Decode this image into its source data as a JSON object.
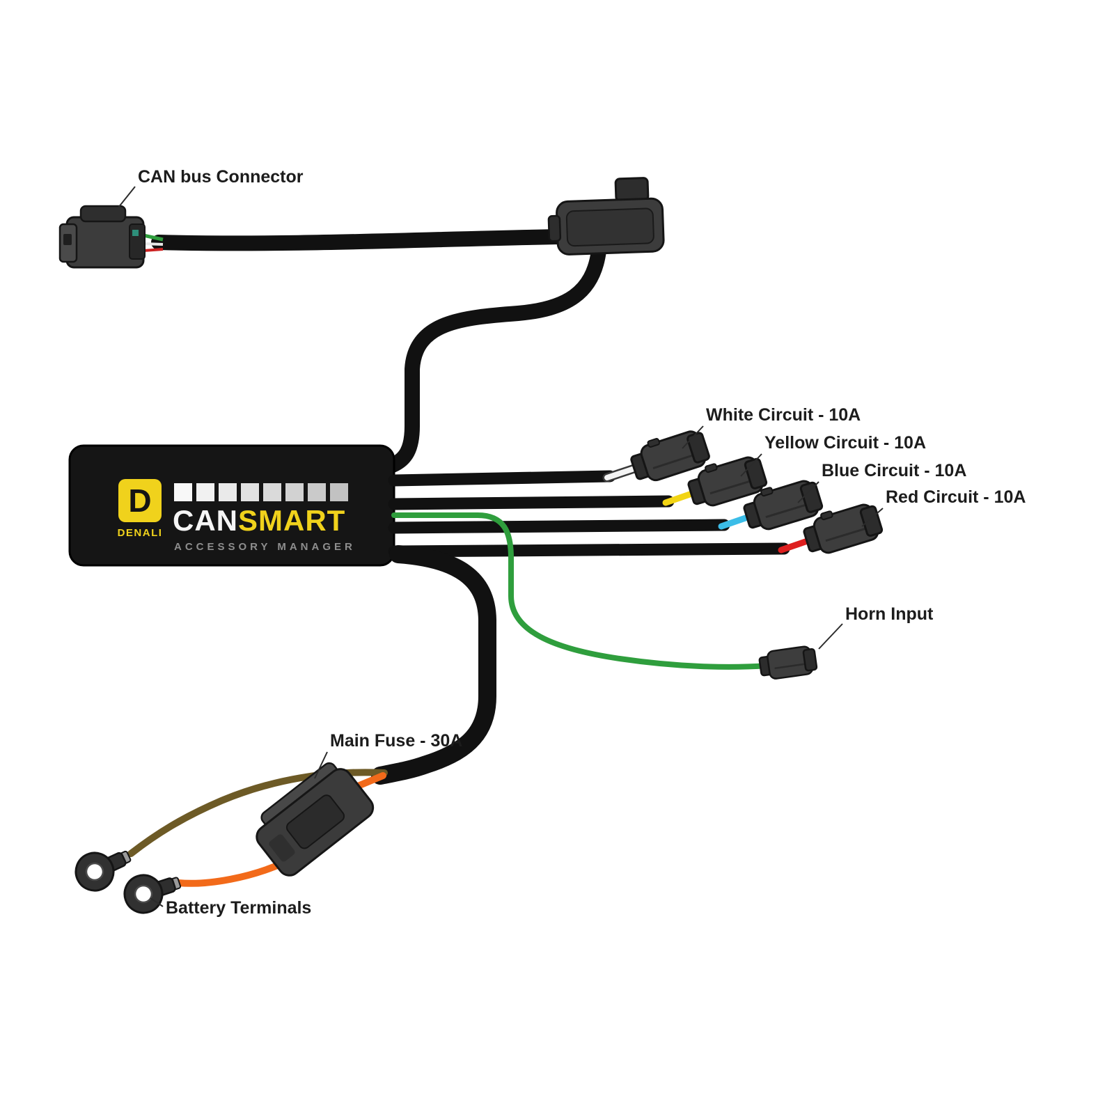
{
  "page": {
    "background": "#ffffff",
    "type": "wiring-diagram"
  },
  "device": {
    "brand": "DENALI",
    "logo_letter": "D",
    "name_primary": "CAN",
    "name_secondary": "SMART",
    "subtitle": "ACCESSORY MANAGER"
  },
  "labels": {
    "can_bus_connector": "CAN bus Connector",
    "white_circuit": "White Circuit - 10A",
    "yellow_circuit": "Yellow Circuit - 10A",
    "blue_circuit": "Blue Circuit - 10A",
    "red_circuit": "Red Circuit - 10A",
    "horn_input": "Horn Input",
    "main_fuse": "Main Fuse - 30A",
    "battery_terminals": "Battery Terminals"
  },
  "colors": {
    "accent_yellow": "#f0d21c",
    "cable_black": "#111111",
    "wire_green": "#2f9e3d",
    "wire_orange": "#f26a1a",
    "wire_brown": "#6d5a26",
    "wire_white": "#f5f5f5",
    "wire_yellow": "#f2d414",
    "wire_blue": "#3bbde8",
    "wire_red": "#de1f1f",
    "label_text": "#1c1c1c"
  }
}
